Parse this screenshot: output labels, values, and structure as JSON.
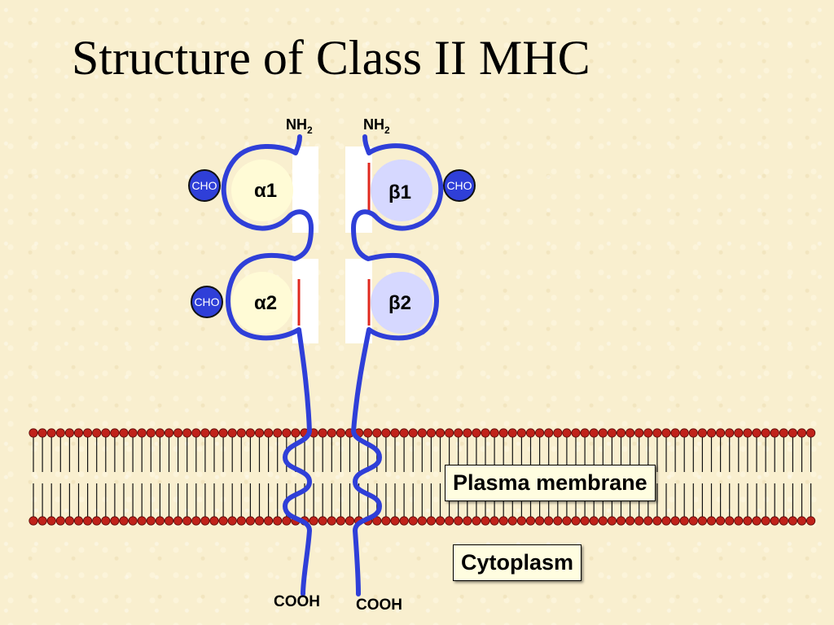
{
  "title": "Structure of Class II MHC",
  "colors": {
    "chain": "#2f3fd8",
    "alpha_domain": "#fffbd6",
    "beta_domain": "#d6d8ff",
    "cho_fill": "#2f3fd8",
    "disulfide": "#e0281e",
    "lipid_head": "#c0221a",
    "background": "#f9efcf"
  },
  "domains": {
    "alpha1": "α1",
    "alpha2": "α2",
    "beta1": "β1",
    "beta2": "β2"
  },
  "cho_label": "CHO",
  "termini": {
    "alpha_n": "NH",
    "beta_n": "NH",
    "subscript": "2",
    "alpha_c": "COOH",
    "beta_c": "COOH"
  },
  "boxes": {
    "plasma_membrane": "Plasma membrane",
    "cytoplasm": "Cytoplasm"
  }
}
